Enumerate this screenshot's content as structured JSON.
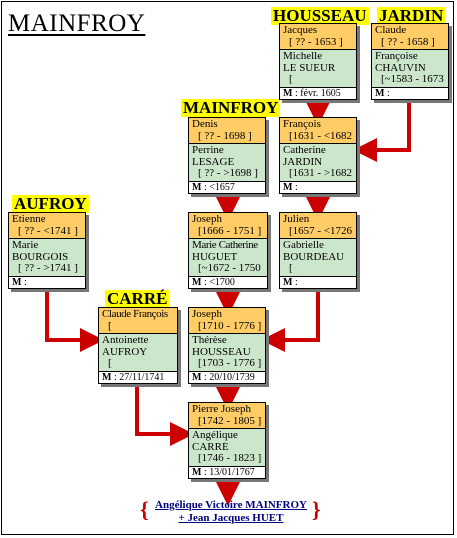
{
  "title": "MAINFROY",
  "families": {
    "housseau": "HOUSSEAU",
    "jardin": "JARDIN",
    "mainfroy": "MAINFROY",
    "aufroy": "AUFROY",
    "carre": "CARRÉ"
  },
  "boxes": {
    "housseau": {
      "h_name": "Jacques",
      "h_dates": "[ ?? - 1653 ]",
      "w_name1": "Michelle",
      "w_name2": "LE SUEUR",
      "w_dates": "[",
      "m_label": "M",
      "m_val": ": févr. 1605"
    },
    "jardin": {
      "h_name": "Claude",
      "h_dates": "[ ?? - 1658 ]",
      "w_name1": "Françoise",
      "w_name2": "CHAUVIN",
      "w_dates": "[~1583 - 1673 ]",
      "m_label": "M",
      "m_val": ":"
    },
    "mainfroy_denis": {
      "h_name": "Denis",
      "h_dates": "[ ?? - 1698 ]",
      "w_name1": "Perrine",
      "w_name2": "LESAGE",
      "w_dates": "[ ?? - >1698 ]",
      "m_label": "M",
      "m_val": ": <1657"
    },
    "francois": {
      "h_name": "François",
      "h_dates": "[1631 - <1682 ]",
      "w_name1": "Catherine",
      "w_name2": "JARDIN",
      "w_dates": "[1631 - >1682 ]",
      "m_label": "M",
      "m_val": ":"
    },
    "aufroy": {
      "h_name": "Etienne",
      "h_dates": "[ ?? - <1741 ]",
      "w_name1": "Marie",
      "w_name2": "BOURGOIS",
      "w_dates": "[ ?? - >1741 ]",
      "m_label": "M",
      "m_val": ":"
    },
    "joseph1": {
      "h_name": "Joseph",
      "h_dates": "[1666 - 1751 ]",
      "w_name1": "Marie Catherine",
      "w_name2": "HUGUET",
      "w_dates": "[~1672 - 1750 ]",
      "m_label": "M",
      "m_val": ": <1700"
    },
    "julien": {
      "h_name": "Julien",
      "h_dates": "[1657 - <1726 ]",
      "w_name1": "Gabrielle",
      "w_name2": "BOURDEAU",
      "w_dates": "[",
      "m_label": "M",
      "m_val": ":"
    },
    "carre": {
      "h_name": "Claude François",
      "h_dates": "[",
      "w_name1": "Antoinette",
      "w_name2": "AUFROY",
      "w_dates": "[",
      "m_label": "M",
      "m_val": ": 27/11/1741"
    },
    "joseph2": {
      "h_name": "Joseph",
      "h_dates": "[1710 - 1776 ]",
      "w_name1": "Thérèse",
      "w_name2": "HOUSSEAU",
      "w_dates": "[1703 - 1776 ]",
      "m_label": "M",
      "m_val": ": 20/10/1739"
    },
    "pierre": {
      "h_name": "Pierre Joseph",
      "h_dates": "[1742 - 1805 ]",
      "w_name1": "Angélique",
      "w_name2": "CARRÉ",
      "w_dates": "[1746 - 1823 ]",
      "m_label": "M",
      "m_val": ": 13/01/1767"
    }
  },
  "final": {
    "line1": "Angélique Victoire MAINFROY",
    "line2": "+ Jean Jacques HUET",
    "brace_left": "{",
    "brace_right": "}"
  },
  "colors": {
    "husband_bg": "#ffcc66",
    "wife_bg": "#cce6cc",
    "label_bg": "#ffff00",
    "arrow": "#cc0000",
    "link": "#000080"
  }
}
